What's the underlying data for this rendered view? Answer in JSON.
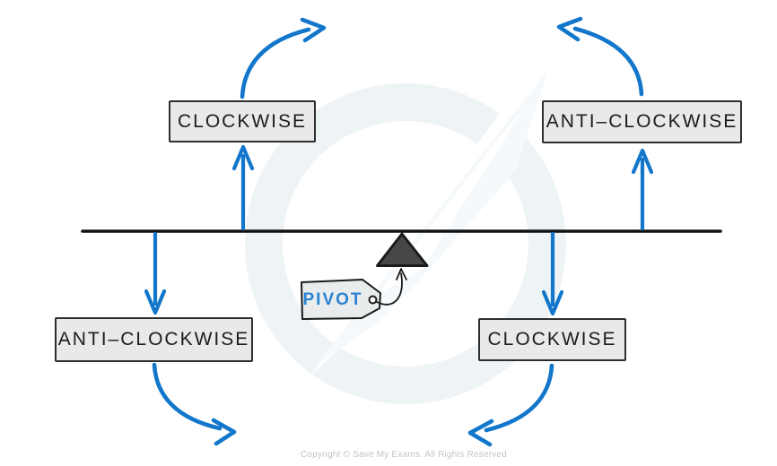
{
  "diagram": {
    "boxes": {
      "top_left": {
        "label": "CLOCKWISE"
      },
      "top_right": {
        "label": "ANTI–CLOCKWISE"
      },
      "bottom_left": {
        "label": "ANTI–CLOCKWISE"
      },
      "bottom_right": {
        "label": "CLOCKWISE"
      }
    },
    "pivot": {
      "label": "PIVOT"
    },
    "footer": {
      "copyright": "Copyright © Save My Exams. All Rights Reserved"
    }
  },
  "colors": {
    "arrow_blue": "#1277cb",
    "pivot_label_blue": "#2b83d4",
    "ink": "#1a1a1a",
    "beam": "#111111",
    "box_fill": "#e9e9e9",
    "box_border": "#2e2e2e",
    "triangle_fill": "#474747",
    "tag_fill": "#e9ecec",
    "copyright_gray": "#c4c4c4",
    "watermark": "#eef3f6",
    "watermark_light": "#f5f9fb"
  }
}
